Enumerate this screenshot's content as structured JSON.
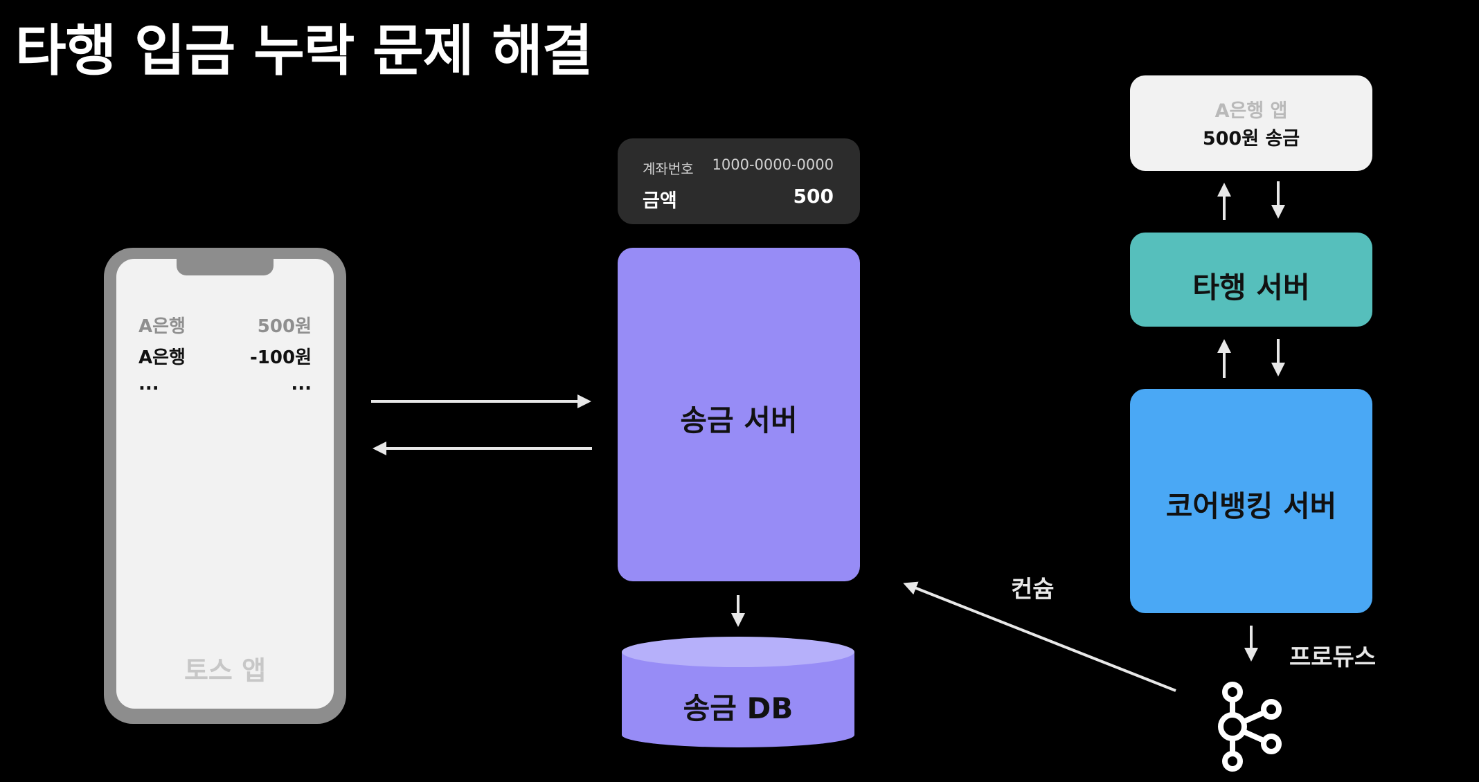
{
  "slide": {
    "title": "타행 입금 누락 문제 해결"
  },
  "toss_app": {
    "rows": [
      {
        "left": "A은행",
        "right": "500원"
      },
      {
        "left": "A은행",
        "right": "-100원"
      },
      {
        "left": "...",
        "right": "..."
      }
    ],
    "label": "토스 앱"
  },
  "account_card": {
    "account_label": "계좌번호",
    "account_number": "1000-0000-0000",
    "amount_label": "금액",
    "amount_value": "500"
  },
  "transfer_server": {
    "label": "송금 서버"
  },
  "transfer_db": {
    "label": "송금 DB"
  },
  "bank_app": {
    "title": "A은행 앱",
    "action": "500원 송금"
  },
  "other_bank_server": {
    "label": "타행 서버"
  },
  "core_banking_server": {
    "label": "코어뱅킹 서버"
  },
  "flows": {
    "produce_label": "프로듀스",
    "consume_label": "컨슘"
  },
  "colors": {
    "background": "#000000",
    "transfer_server": "#978cf6",
    "other_bank_server": "#56bfbc",
    "core_banking_server": "#4aa8f5",
    "phone_frame": "#8d8d8d",
    "card": "#2c2c2c"
  },
  "icons": {
    "kafka": "kafka-icon"
  }
}
